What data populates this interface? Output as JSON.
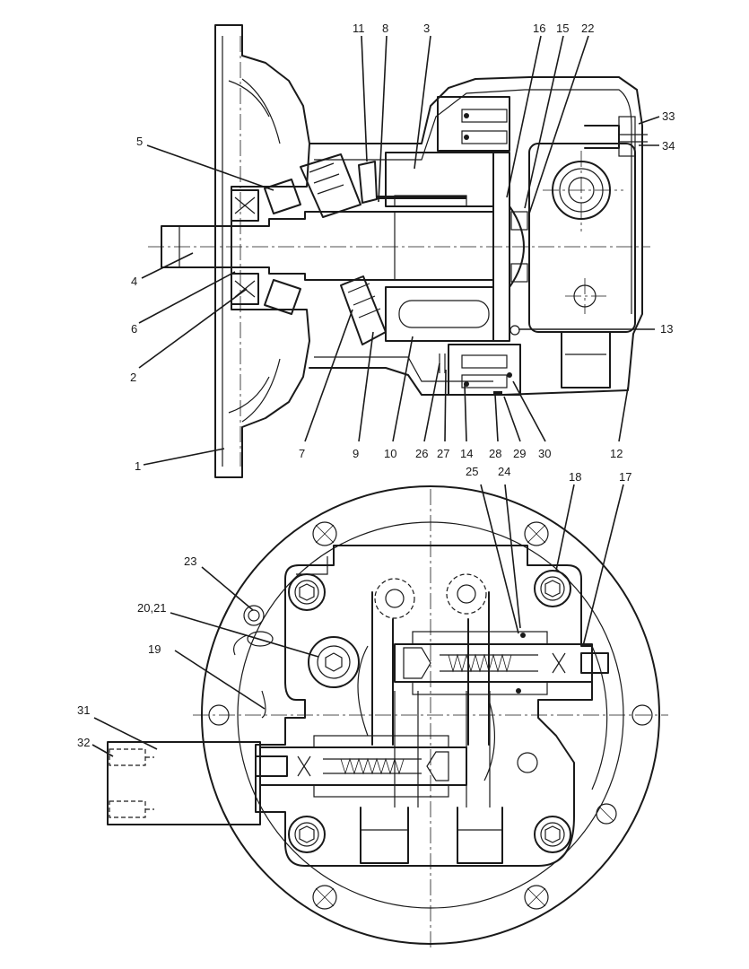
{
  "callouts": {
    "n1": "1",
    "n2": "2",
    "n3": "3",
    "n4": "4",
    "n5": "5",
    "n6": "6",
    "n7": "7",
    "n8": "8",
    "n9": "9",
    "n10": "10",
    "n11": "11",
    "n12": "12",
    "n13": "13",
    "n14": "14",
    "n15": "15",
    "n16": "16",
    "n17": "17",
    "n18": "18",
    "n19": "19",
    "n20_21": "20,21",
    "n22": "22",
    "n23": "23",
    "n24": "24",
    "n25": "25",
    "n26": "26",
    "n27": "27",
    "n28": "28",
    "n29": "29",
    "n30": "30",
    "n31": "31",
    "n32": "32",
    "n33": "33",
    "n34": "34"
  }
}
